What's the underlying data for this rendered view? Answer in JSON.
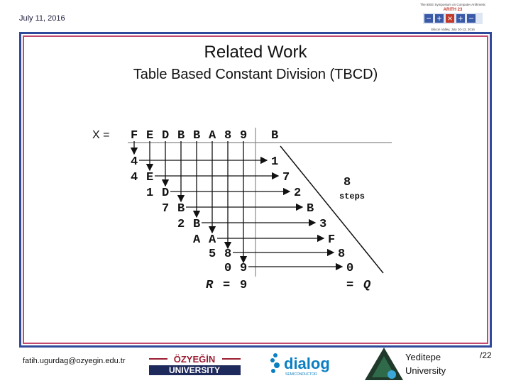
{
  "header": {
    "date": "July 11, 2016"
  },
  "slide": {
    "title": "Related Work",
    "subtitle": "Table Based Constant Division (TBCD)"
  },
  "diagram": {
    "x_label": "X =",
    "top_row": [
      "F",
      "E",
      "D",
      "B",
      "B",
      "A",
      "8",
      "9"
    ],
    "divisor_label": "B",
    "steps_value": "8",
    "steps_label": "steps",
    "left_digits": [
      [
        "4"
      ],
      [
        "4",
        "E"
      ],
      [
        "1",
        "D"
      ],
      [
        "7",
        "B"
      ],
      [
        "2",
        "B"
      ],
      [
        "A",
        "A"
      ],
      [
        "5",
        "8"
      ],
      [
        "0",
        "9"
      ]
    ],
    "right_digits": [
      "1",
      "7",
      "2",
      "B",
      "3",
      "F",
      "8",
      "0"
    ],
    "final_row": {
      "r": "R",
      "eq": "=",
      "val": "9",
      "eq2": "=",
      "q": "Q"
    }
  },
  "footer": {
    "email": "fatih.ugurdag@ozyegin.edu.tr",
    "university_line1": "ÖZYEĞİN",
    "university_line2": "UNIVERSITY",
    "dialog_name": "dialog",
    "dialog_sub": "SEMICONDUCTOR",
    "yeditepe_line1": "Yeditepe",
    "yeditepe_line2": "University",
    "page": "/22"
  },
  "conference": {
    "line1": "The IEEE Symposium on Computer Arithmetic",
    "line2": "ARITH 23",
    "line3": "Silicon Valley, July 10-13, 2016"
  },
  "colors": {
    "frame_blue": "#2f4a9a",
    "frame_pink": "#c24a6e",
    "text": "#111111"
  }
}
